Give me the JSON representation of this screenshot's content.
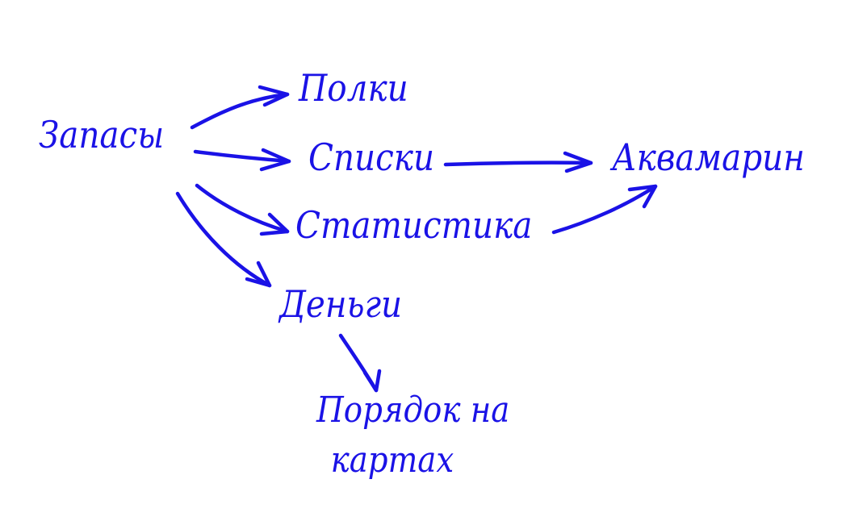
{
  "colors": {
    "ink": "#1a12e6",
    "background": "#ffffff"
  },
  "nodes": {
    "zapasy": "Запасы",
    "polki": "Полки",
    "spiski": "Списки",
    "statistika": "Статистика",
    "dengi": "Деньги",
    "akvamarin": "Аквамарин",
    "poryadok_line1": "Порядок на",
    "poryadok_line2": "картах"
  },
  "edges": [
    {
      "from": "Запасы",
      "to": "Полки"
    },
    {
      "from": "Запасы",
      "to": "Списки"
    },
    {
      "from": "Запасы",
      "to": "Статистика"
    },
    {
      "from": "Запасы",
      "to": "Деньги"
    },
    {
      "from": "Списки",
      "to": "Аквамарин"
    },
    {
      "from": "Статистика",
      "to": "Аквамарин"
    },
    {
      "from": "Деньги",
      "to": "Порядок на картах"
    }
  ]
}
